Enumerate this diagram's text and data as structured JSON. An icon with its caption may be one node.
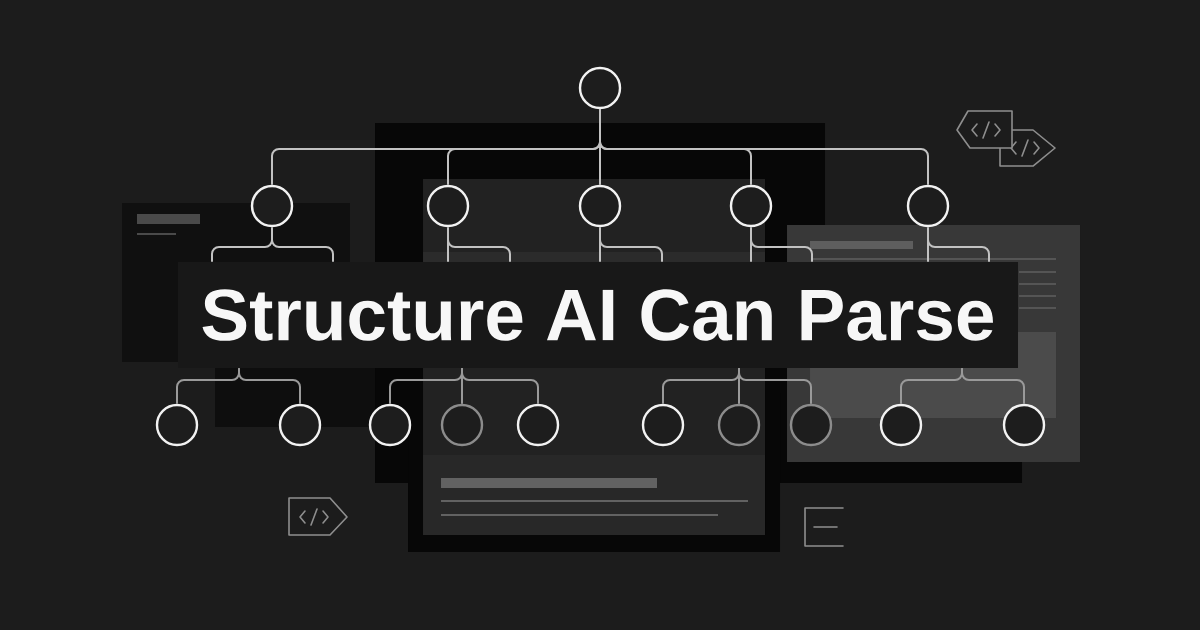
{
  "diagram": {
    "nodes": [
      {
        "text": [],
        "shape": "circle"
      },
      {
        "text": [],
        "shape": "circle"
      },
      {
        "text": [],
        "shape": "circle"
      },
      {
        "text": [],
        "shape": "circle"
      },
      {
        "text": [],
        "shape": "circle"
      },
      {
        "text": [],
        "shape": "circle"
      },
      {
        "text": [
          "Structure AI Can Parse"
        ]
      },
      {
        "text": [],
        "shape": "circle"
      },
      {
        "text": [],
        "shape": "circle"
      },
      {
        "text": [],
        "shape": "circle"
      },
      {
        "text": [],
        "shape": "circle"
      },
      {
        "text": [],
        "shape": "circle"
      },
      {
        "text": [],
        "shape": "circle"
      },
      {
        "text": [],
        "shape": "circle"
      },
      {
        "text": [],
        "shape": "circle"
      },
      {
        "text": [],
        "shape": "circle"
      },
      {
        "text": [],
        "shape": "circle"
      }
    ],
    "edges": [
      {
        "from": 0,
        "to": 1,
        "arrow": "none"
      },
      {
        "from": 0,
        "to": 2,
        "arrow": "none"
      },
      {
        "from": 0,
        "to": 3,
        "arrow": "none"
      },
      {
        "from": 0,
        "to": 4,
        "arrow": "none"
      },
      {
        "from": 0,
        "to": 5,
        "arrow": "none"
      },
      {
        "from": 1,
        "to": 6,
        "arrow": "none"
      },
      {
        "from": 2,
        "to": 6,
        "arrow": "none"
      },
      {
        "from": 3,
        "to": 6,
        "arrow": "none"
      },
      {
        "from": 4,
        "to": 6,
        "arrow": "none"
      },
      {
        "from": 5,
        "to": 6,
        "arrow": "none"
      },
      {
        "from": 6,
        "to": 7,
        "arrow": "none",
        "color": "#9a9a9a"
      },
      {
        "from": 6,
        "to": 8,
        "arrow": "none",
        "color": "#9a9a9a"
      },
      {
        "from": 6,
        "to": 9,
        "arrow": "none",
        "color": "#9a9a9a"
      },
      {
        "from": 6,
        "to": 10,
        "arrow": "none",
        "color": "#9a9a9a"
      },
      {
        "from": 6,
        "to": 11,
        "arrow": "none",
        "color": "#9a9a9a"
      },
      {
        "from": 6,
        "to": 12,
        "arrow": "none",
        "color": "#9a9a9a"
      },
      {
        "from": 6,
        "to": 13,
        "arrow": "none",
        "color": "#9a9a9a"
      },
      {
        "from": 6,
        "to": 14,
        "arrow": "none",
        "color": "#9a9a9a"
      },
      {
        "from": 6,
        "to": 15,
        "arrow": "none",
        "color": "#9a9a9a"
      },
      {
        "from": 6,
        "to": 16,
        "arrow": "none",
        "color": "#9a9a9a"
      }
    ]
  }
}
